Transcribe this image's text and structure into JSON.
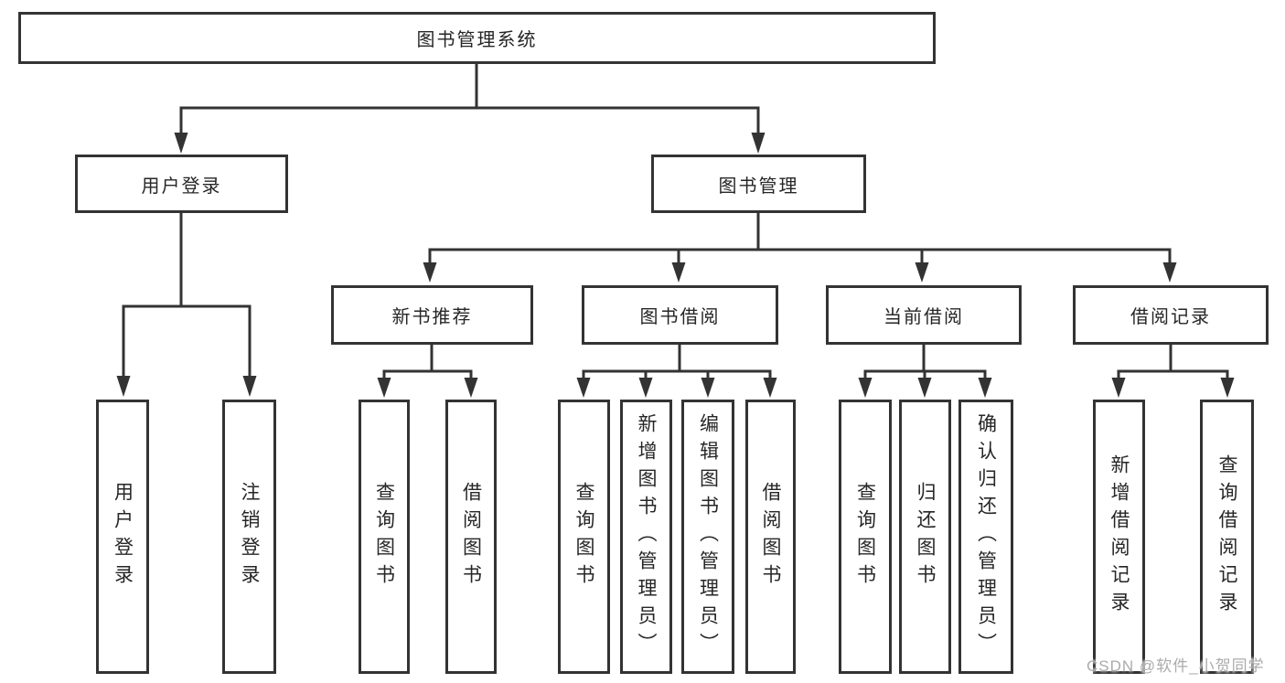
{
  "tree": {
    "root": {
      "label": "图书管理系统"
    },
    "branches": [
      {
        "label": "用户登录",
        "children": [
          {
            "label": "用户登录"
          },
          {
            "label": "注销登录"
          }
        ]
      },
      {
        "label": "图书管理",
        "children": [
          {
            "label": "新书推荐",
            "children": [
              {
                "label": "查询图书"
              },
              {
                "label": "借阅图书"
              }
            ]
          },
          {
            "label": "图书借阅",
            "children": [
              {
                "label": "查询图书"
              },
              {
                "label": "新增图书（管理员）"
              },
              {
                "label": "编辑图书（管理员）"
              },
              {
                "label": "借阅图书"
              }
            ]
          },
          {
            "label": "当前借阅",
            "children": [
              {
                "label": "查询图书"
              },
              {
                "label": "归还图书"
              },
              {
                "label": "确认归还（管理员）"
              }
            ]
          },
          {
            "label": "借阅记录",
            "children": [
              {
                "label": "新增借阅记录"
              },
              {
                "label": "查询借阅记录"
              }
            ]
          }
        ]
      }
    ]
  },
  "watermark": {
    "text": "CSDN @软件_小贺同学"
  },
  "colors": {
    "line": "#333333",
    "text": "#262626",
    "bg": "#ffffff",
    "watermark": "#ababab"
  }
}
